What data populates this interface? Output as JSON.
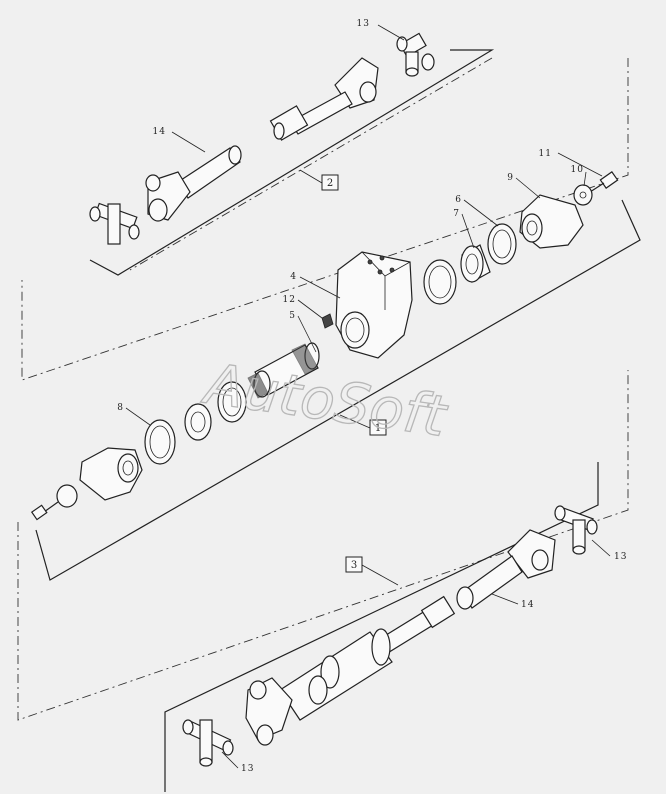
{
  "watermark": "AutoSoft",
  "groups": [
    {
      "id": "group-1",
      "label": "1"
    },
    {
      "id": "group-2",
      "label": "2"
    },
    {
      "id": "group-3",
      "label": "3"
    }
  ],
  "callouts": {
    "c13_top": "13",
    "c14_top": "14",
    "c11": "11",
    "c10": "10",
    "c9": "9",
    "c6": "6",
    "c7": "7",
    "c4": "4",
    "c12": "12",
    "c5": "5",
    "c8": "8",
    "c13_right": "13",
    "c14_bottom": "14",
    "c13_bottom": "13"
  }
}
